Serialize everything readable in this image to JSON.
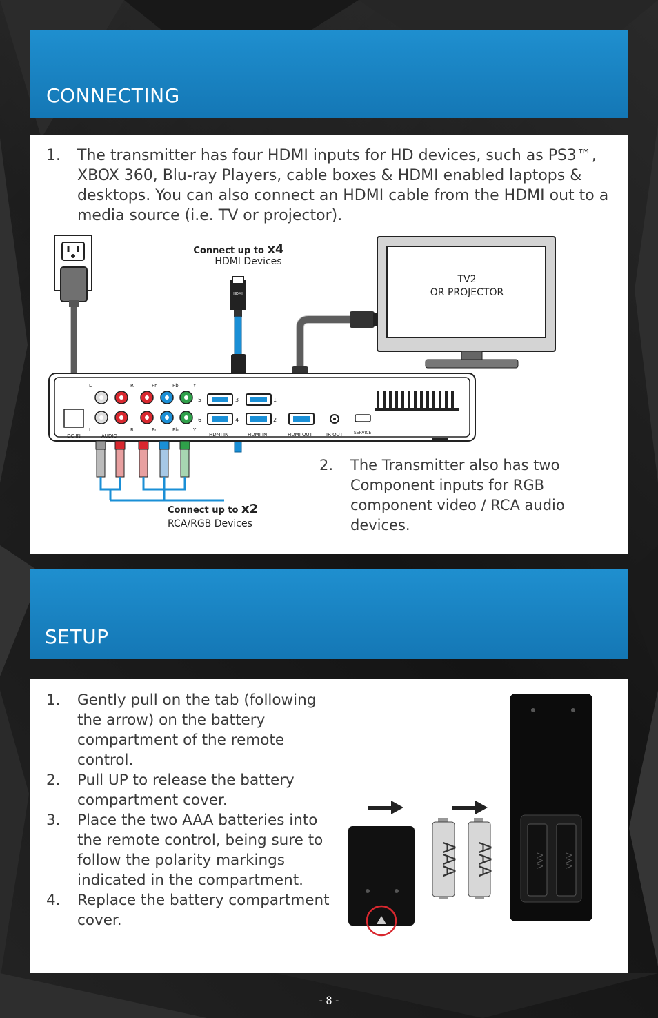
{
  "connecting": {
    "title": "CONNECTING",
    "steps": [
      {
        "num": "1.",
        "text": "The transmitter has four HDMI inputs for HD devices, such as PS3™, XBOX 360, Blu-ray Players, cable boxes & HDMI enabled laptops & desktops. You can also connect an HDMI cable from the HDMI out to a media source (i.e. TV or projector)."
      },
      {
        "num": "2.",
        "text": "The Transmitter also has two Component inputs for RGB component video / RCA audio devices."
      }
    ],
    "diagram": {
      "hdmi_label_prefix": "Connect up to",
      "hdmi_label_count": "x4",
      "hdmi_label_devices": "HDMI Devices",
      "rca_label_prefix": "Connect up to",
      "rca_label_count": "x2",
      "rca_label_devices": "RCA/RGB Devices",
      "tv_line1": "TV2",
      "tv_line2": "OR PROJECTOR",
      "ports": {
        "dc_in": "DC IN",
        "audio": "AUDIO",
        "hdmi_in_a": "HDMI IN",
        "hdmi_in_b": "HDMI IN",
        "hdmi_out": "HDMI OUT",
        "ir_out": "IR OUT",
        "service": "SERVICE",
        "l": "L",
        "r": "R",
        "pr": "Pr",
        "pb": "Pb",
        "y": "Y",
        "n1": "1",
        "n2": "2",
        "n3": "3",
        "n4": "4",
        "n5": "5",
        "n6": "6",
        "hdmi_plug": "HDMI"
      }
    }
  },
  "setup": {
    "title": "SETUP",
    "steps": [
      {
        "num": "1.",
        "text": "Gently pull on the tab (following the arrow) on the battery compartment of the remote control."
      },
      {
        "num": "2.",
        "text": "Pull UP to release the battery compartment cover."
      },
      {
        "num": "3.",
        "text": "Place the two AAA batteries into the remote control, being sure to follow the polarity markings indicated in the compartment."
      },
      {
        "num": "4.",
        "text": "Replace the battery compartment cover."
      }
    ],
    "battery_label": "AAA"
  },
  "page_number": "- 8 -",
  "colors": {
    "banner_blue": "#1a85c6",
    "cable_blue": "#1a8fd6",
    "tab_circle_red": "#d9282f"
  }
}
